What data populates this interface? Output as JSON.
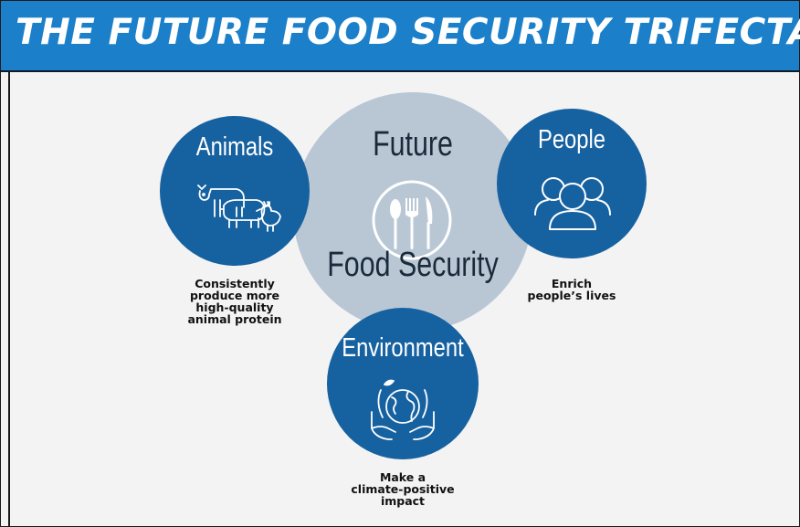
{
  "header": {
    "title": "THE FUTURE FOOD SECURITY TRIFECTA"
  },
  "center": {
    "line1": "Future",
    "line2": "Food Security",
    "icon": "fork-knife-spoon-icon"
  },
  "nodes": {
    "animals": {
      "label": "Animals",
      "icon": "farm-animals-icon",
      "caption": [
        "Consistently",
        "produce more",
        "high-quality",
        "animal protein"
      ]
    },
    "people": {
      "label": "People",
      "icon": "people-group-icon",
      "caption": [
        "Enrich",
        "people’s lives"
      ]
    },
    "environment": {
      "label": "Environment",
      "icon": "globe-in-hands-icon",
      "caption": [
        "Make a",
        "climate-positive",
        "impact"
      ]
    }
  },
  "colors": {
    "header": "#1b80c9",
    "node": "#1661a0",
    "center": "#b9c7d5",
    "background": "#f3f3f3"
  }
}
